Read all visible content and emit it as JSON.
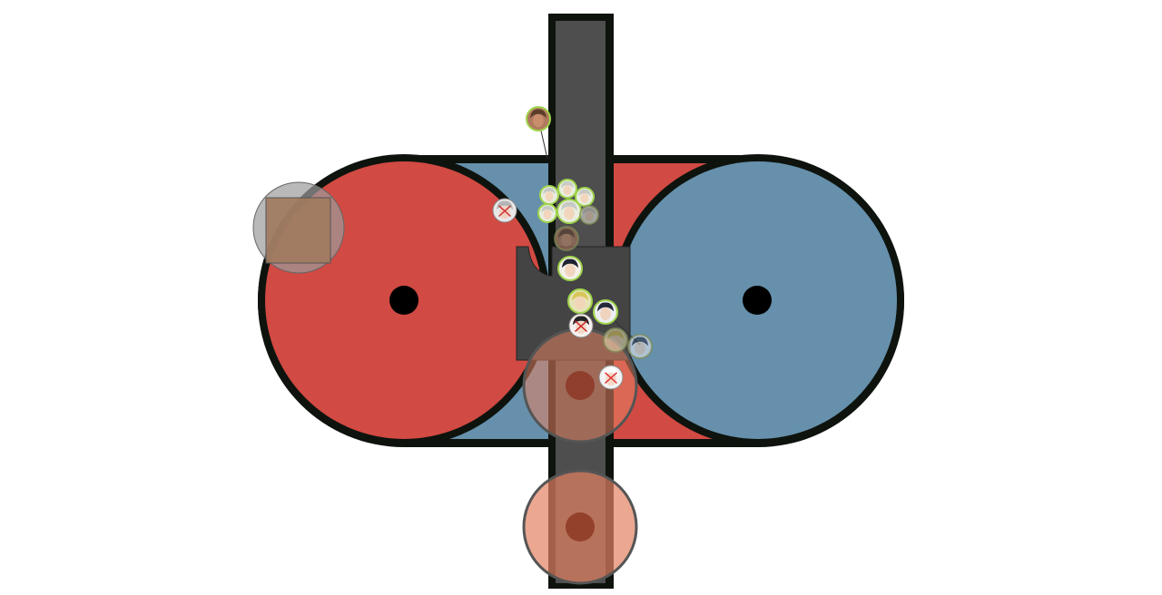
{
  "colors": {
    "background": "#ffffff",
    "outline": "#0e130e",
    "red_team": "#d14a43",
    "blue_team": "#6690ab",
    "lane": "#4e4e4e",
    "center_box": "#444444",
    "spawn_dot": "#000000",
    "zone_orange": "#e48262",
    "zone_dark": "#8b3520",
    "marker_gray": "#9b9b9b",
    "marker_square": "#a07a5e",
    "ring_green": "#9fd44c",
    "ring_dim": "#7d8a52"
  },
  "tokens": [
    {
      "name": "token-elder-shinobi-upper",
      "portrait": "elder-portrait",
      "ring": "green",
      "size": "medium"
    },
    {
      "name": "token-masked-ninja",
      "portrait": "masked-ninja-portrait",
      "ring": "none",
      "size": "medium"
    },
    {
      "name": "token-silver-hair-1",
      "portrait": "silver-hair-portrait",
      "ring": "green",
      "size": "small"
    },
    {
      "name": "token-silver-hair-2",
      "portrait": "silver-hair-portrait",
      "ring": "green",
      "size": "small"
    },
    {
      "name": "token-silver-hair-3",
      "portrait": "silver-hair-portrait",
      "ring": "green",
      "size": "small"
    },
    {
      "name": "token-silver-hair-4",
      "portrait": "silver-hair-portrait",
      "ring": "green",
      "size": "small"
    },
    {
      "name": "token-silver-hair-5",
      "portrait": "silver-hair-portrait",
      "ring": "green",
      "size": "medium"
    },
    {
      "name": "token-silver-hair-faded",
      "portrait": "silver-hair-portrait",
      "ring": "dim",
      "size": "small"
    },
    {
      "name": "token-elder-shinobi-faded",
      "portrait": "elder-portrait",
      "ring": "dim",
      "size": "medium"
    },
    {
      "name": "token-dark-hair-ninja",
      "portrait": "dark-hair-portrait",
      "ring": "green",
      "size": "medium"
    },
    {
      "name": "token-blonde-ninja",
      "portrait": "blonde-portrait",
      "ring": "green",
      "size": "medium"
    },
    {
      "name": "token-red-eye-ninja",
      "portrait": "red-eye-portrait",
      "ring": "none",
      "size": "medium"
    },
    {
      "name": "token-headband-ninja",
      "portrait": "headband-portrait",
      "ring": "green",
      "size": "medium"
    },
    {
      "name": "token-blonde-ninja-faded",
      "portrait": "blonde-portrait",
      "ring": "dim",
      "size": "medium"
    },
    {
      "name": "token-headband-ninja-faded",
      "portrait": "headband-portrait",
      "ring": "dim",
      "size": "medium"
    },
    {
      "name": "token-white-hair-ninja",
      "portrait": "white-hair-portrait",
      "ring": "none",
      "size": "medium"
    }
  ]
}
